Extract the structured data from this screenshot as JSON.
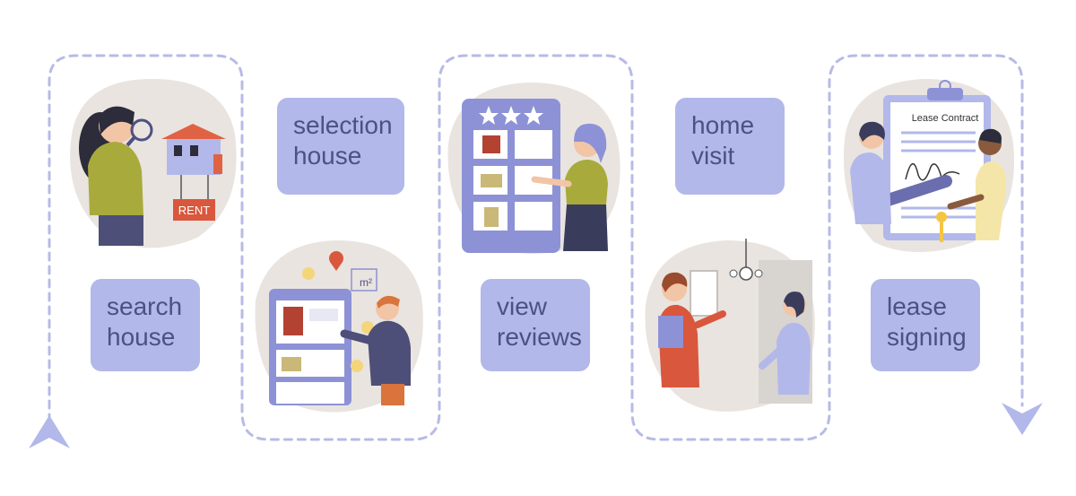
{
  "steps": [
    {
      "label": "search\nhouse"
    },
    {
      "label": "selection\nhouse"
    },
    {
      "label": "view\nreviews"
    },
    {
      "label": "home\nvisit"
    },
    {
      "label": "lease\nsigning"
    }
  ],
  "illustration_texts": {
    "rent_sign": "RENT",
    "lease_contract": "Lease Contract",
    "area_unit": "m²"
  },
  "colors": {
    "label_bg": "#b2b8ea",
    "label_text": "#4d5182",
    "path_dash": "#b7bbe6",
    "blob_bg": "#e9e4df",
    "accent_purple": "#8d92d6"
  }
}
